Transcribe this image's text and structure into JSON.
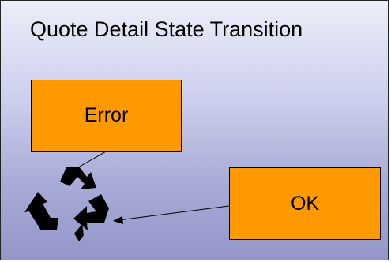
{
  "diagram": {
    "title": "Quote Detail State Transition",
    "states": [
      {
        "id": "error",
        "label": "Error"
      },
      {
        "id": "ok",
        "label": "OK"
      }
    ],
    "transitions": [
      {
        "from": "error",
        "to": "recycle"
      },
      {
        "from": "ok",
        "to": "recycle"
      }
    ],
    "icons": {
      "recycle": "recycle-icon"
    },
    "colors": {
      "state_fill": "#ff9900",
      "background_top": "#eceef9",
      "background_bottom": "#9396c8",
      "line": "#000000"
    }
  }
}
